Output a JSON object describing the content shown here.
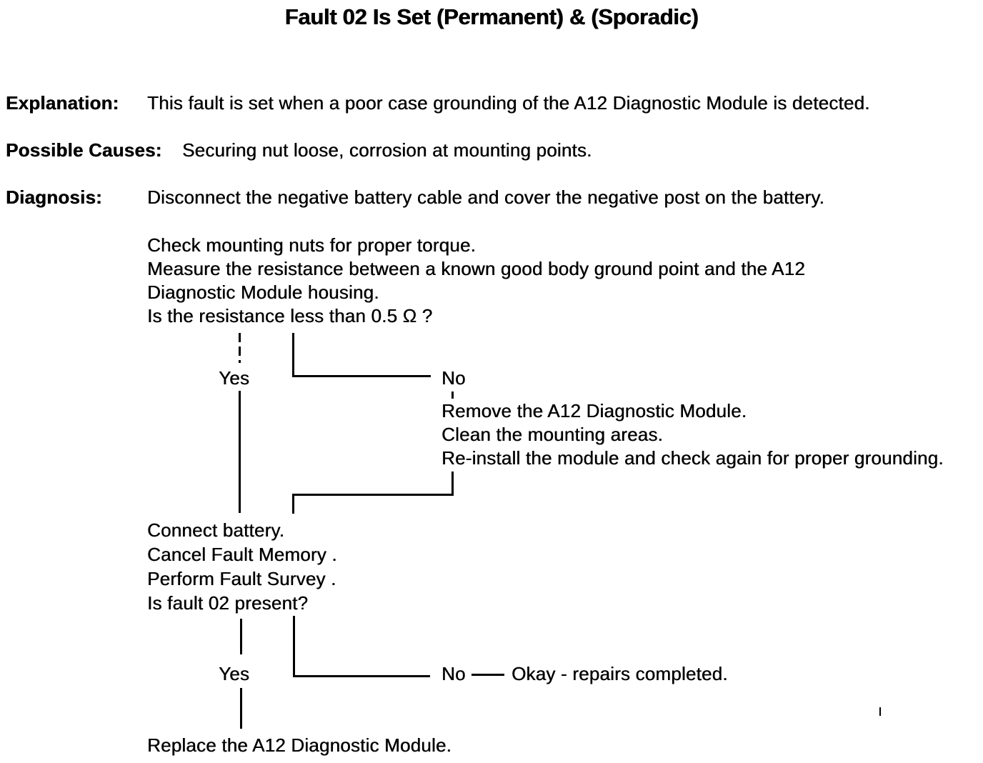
{
  "title": "Fault 02 Is Set (Permanent) & (Sporadic)",
  "sections": [
    {
      "label": "Explanation:",
      "text": "This fault is set when a poor case grounding of the A12 Diagnostic Module is detected."
    },
    {
      "label": "Possible Causes:",
      "text": "Securing nut loose, corrosion at mounting points."
    },
    {
      "label": "Diagnosis:",
      "text": "Disconnect the negative battery cable and cover the negative post on the battery."
    }
  ],
  "flowchart": {
    "question1_lines": [
      "Check mounting nuts for proper torque.",
      "Measure the resistance between a known good body ground point and the A12",
      "Diagnostic Module housing.",
      "Is the resistance less than 0.5 Ω ?"
    ],
    "branch1": {
      "yes": "Yes",
      "no": "No"
    },
    "no1_action_lines": [
      "Remove the A12 Diagnostic Module.",
      "Clean the mounting areas.",
      "Re-install the module and check again for proper grounding."
    ],
    "question2_lines": [
      "Connect battery.",
      "Cancel Fault Memory .",
      "Perform Fault Survey .",
      "Is fault 02 present?"
    ],
    "branch2": {
      "yes": "Yes",
      "no": "No",
      "no_result": "Okay - repairs completed."
    },
    "yes2_action": "Replace the A12 Diagnostic Module."
  },
  "colors": {
    "ink": "#000000",
    "paper": "#ffffff"
  }
}
